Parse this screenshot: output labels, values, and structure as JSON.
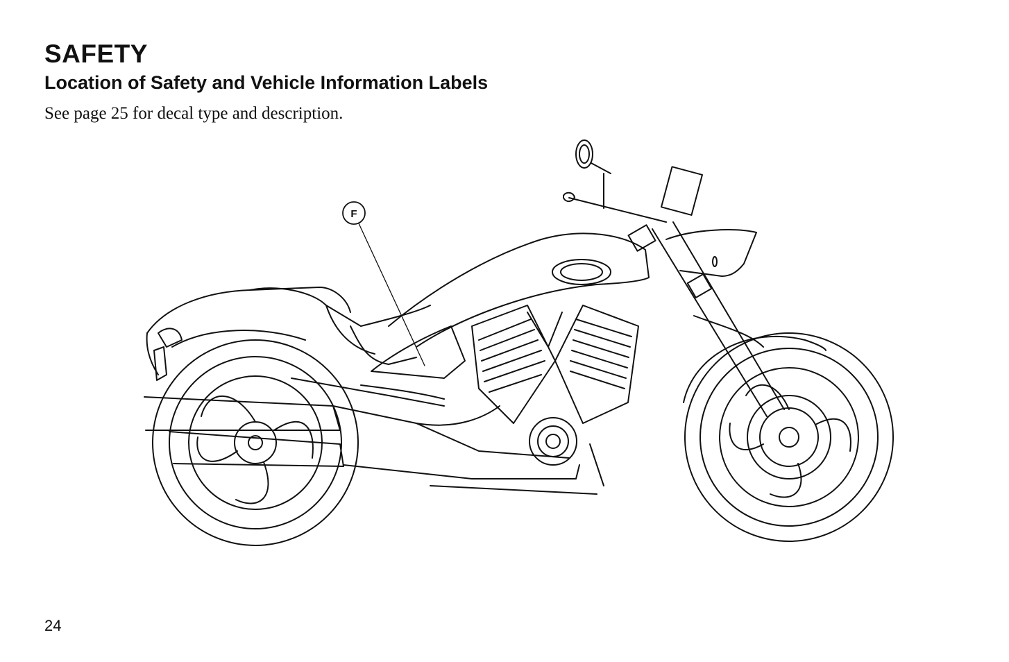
{
  "header": {
    "section_title": "SAFETY",
    "subsection_title": "Location of Safety and Vehicle Information Labels"
  },
  "body": {
    "intro": "See page 25 for decal type and description."
  },
  "illustration": {
    "subject": "motorcycle-line-drawing",
    "callout": {
      "letter": "F"
    }
  },
  "footer": {
    "page_number": "24"
  }
}
